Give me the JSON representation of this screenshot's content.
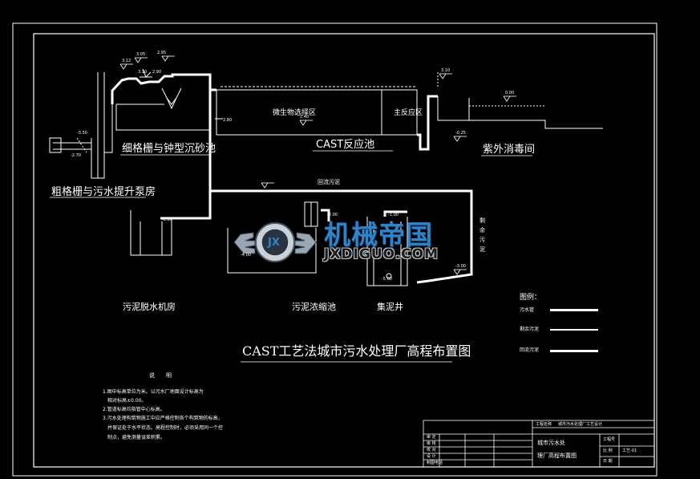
{
  "drawing": {
    "title": "CAST工艺法城市污水处理厂高程布置图",
    "units": [
      {
        "id": "coarse_screen_pump",
        "label": "粗格栅与污水提升泵房"
      },
      {
        "id": "fine_screen_grit",
        "label": "细格栅与钟型沉砂池"
      },
      {
        "id": "bio_select_zone",
        "label": "微生物选择区"
      },
      {
        "id": "main_reaction_zone",
        "label": "主反应区"
      },
      {
        "id": "cast_tank",
        "label": "CAST反应池"
      },
      {
        "id": "uv_disinfection",
        "label": "紫外消毒间"
      },
      {
        "id": "sludge_dewater",
        "label": "污泥脱水机房"
      },
      {
        "id": "sludge_thickener",
        "label": "污泥浓缩池"
      },
      {
        "id": "sludge_well",
        "label": "集泥井"
      }
    ],
    "pipe_labels": {
      "return_sludge": "回流污泥",
      "surplus_sludge_chars": [
        "剩",
        "余",
        "污",
        "泥"
      ]
    },
    "elevations": {
      "e1": "3.12",
      "e2": "3.05",
      "e3": "2.95",
      "e4": "3.10",
      "e5": "2.90",
      "e6": "2.40",
      "e7": "3.10",
      "e8": "0.00",
      "e9": "-0.25",
      "e10": "-3.50",
      "e11": "-2.70",
      "e12": "-2.80",
      "e13": "-2.00",
      "e14": "-4.00",
      "e15": "2.80",
      "e16": "-1.00",
      "e17": "-3.00",
      "e18": "-5.00"
    },
    "legend": {
      "title": "图例：",
      "items": [
        {
          "label": "污水管"
        },
        {
          "label": "剩余污泥"
        },
        {
          "label": "回流污泥"
        }
      ]
    },
    "notes": {
      "title": "说　　明",
      "lines": [
        "1.图中标高单位为米。以污水厂地面设计标高为",
        "　相对标高±0.00。",
        "2.管道标高均指管中心标高。",
        "3.污水处理构筑物施工中应严格控制各个构筑物的标高，",
        "　并保证处于水平状态。高程控制时，必须采用同一个控",
        "　制点，避免测量误差积累。"
      ]
    },
    "title_block": {
      "project_label": "工程名称",
      "project_value": "城市污水处理厂工艺设计",
      "drawing_name_line1": "城市污水处",
      "drawing_name_line2": "理厂高程布置图",
      "drawing_no": "工艺-01",
      "rows": [
        "审 定",
        "审 核",
        "校 对",
        "设 计",
        "制图电话"
      ],
      "right_labels": [
        "工程号",
        "比 例",
        "日 期"
      ]
    },
    "watermark": {
      "cn": "机械帝国",
      "en": "JXDIGUO.COM",
      "badge": "JX",
      "color": "#2f83c6"
    }
  }
}
